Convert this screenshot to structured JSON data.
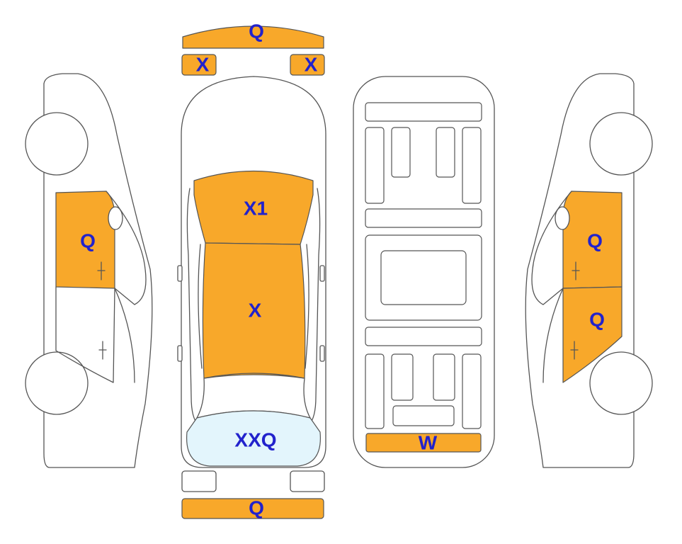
{
  "colors": {
    "damaged": "#F8A82A",
    "glass_damaged": "#E3F5FC",
    "label": "#2222CC",
    "outline": "#555555"
  },
  "labels": {
    "front_bumper": "Q",
    "left_headlight": "X",
    "right_headlight": "X",
    "hood": "X1",
    "roof": "X",
    "rear_windshield": "XXQ",
    "rear_bumper": "Q",
    "undercarriage_rear": "W",
    "left_front_door": "Q",
    "right_front_door": "Q",
    "right_rear_door": "Q"
  }
}
